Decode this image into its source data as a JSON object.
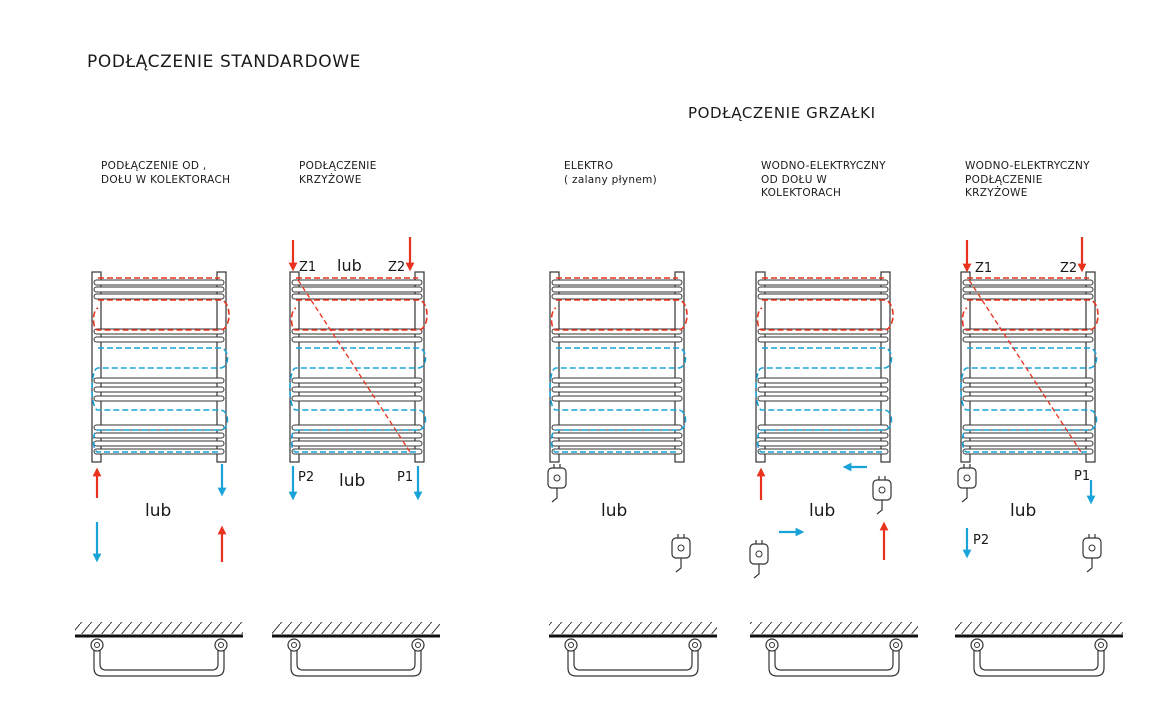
{
  "headings": {
    "standard": "PODŁĄCZENIE STANDARDOWE",
    "heater": "PODŁĄCZENIE GRZAŁKI"
  },
  "captions": [
    "PODŁĄCZENIE OD ,\nDOŁU W KOLEKTORACH",
    "PODŁĄCZENIE\nKRZYŻOWE",
    "ELEKTRO\n( zalany płynem)",
    "WODNO-ELEKTRYCZNY\nOD DOŁU W\nKOLEKTORACH",
    "WODNO-ELEKTRYCZNY\nPODŁĄCZENIE\nKRZYŻOWE"
  ],
  "words": {
    "or": "lub"
  },
  "port_labels": {
    "z1": "Z1",
    "z2": "Z2",
    "p1": "P1",
    "p2": "P2"
  },
  "colors": {
    "supply": "#e8321e",
    "return": "#1aa3d9",
    "line": "#333333"
  }
}
